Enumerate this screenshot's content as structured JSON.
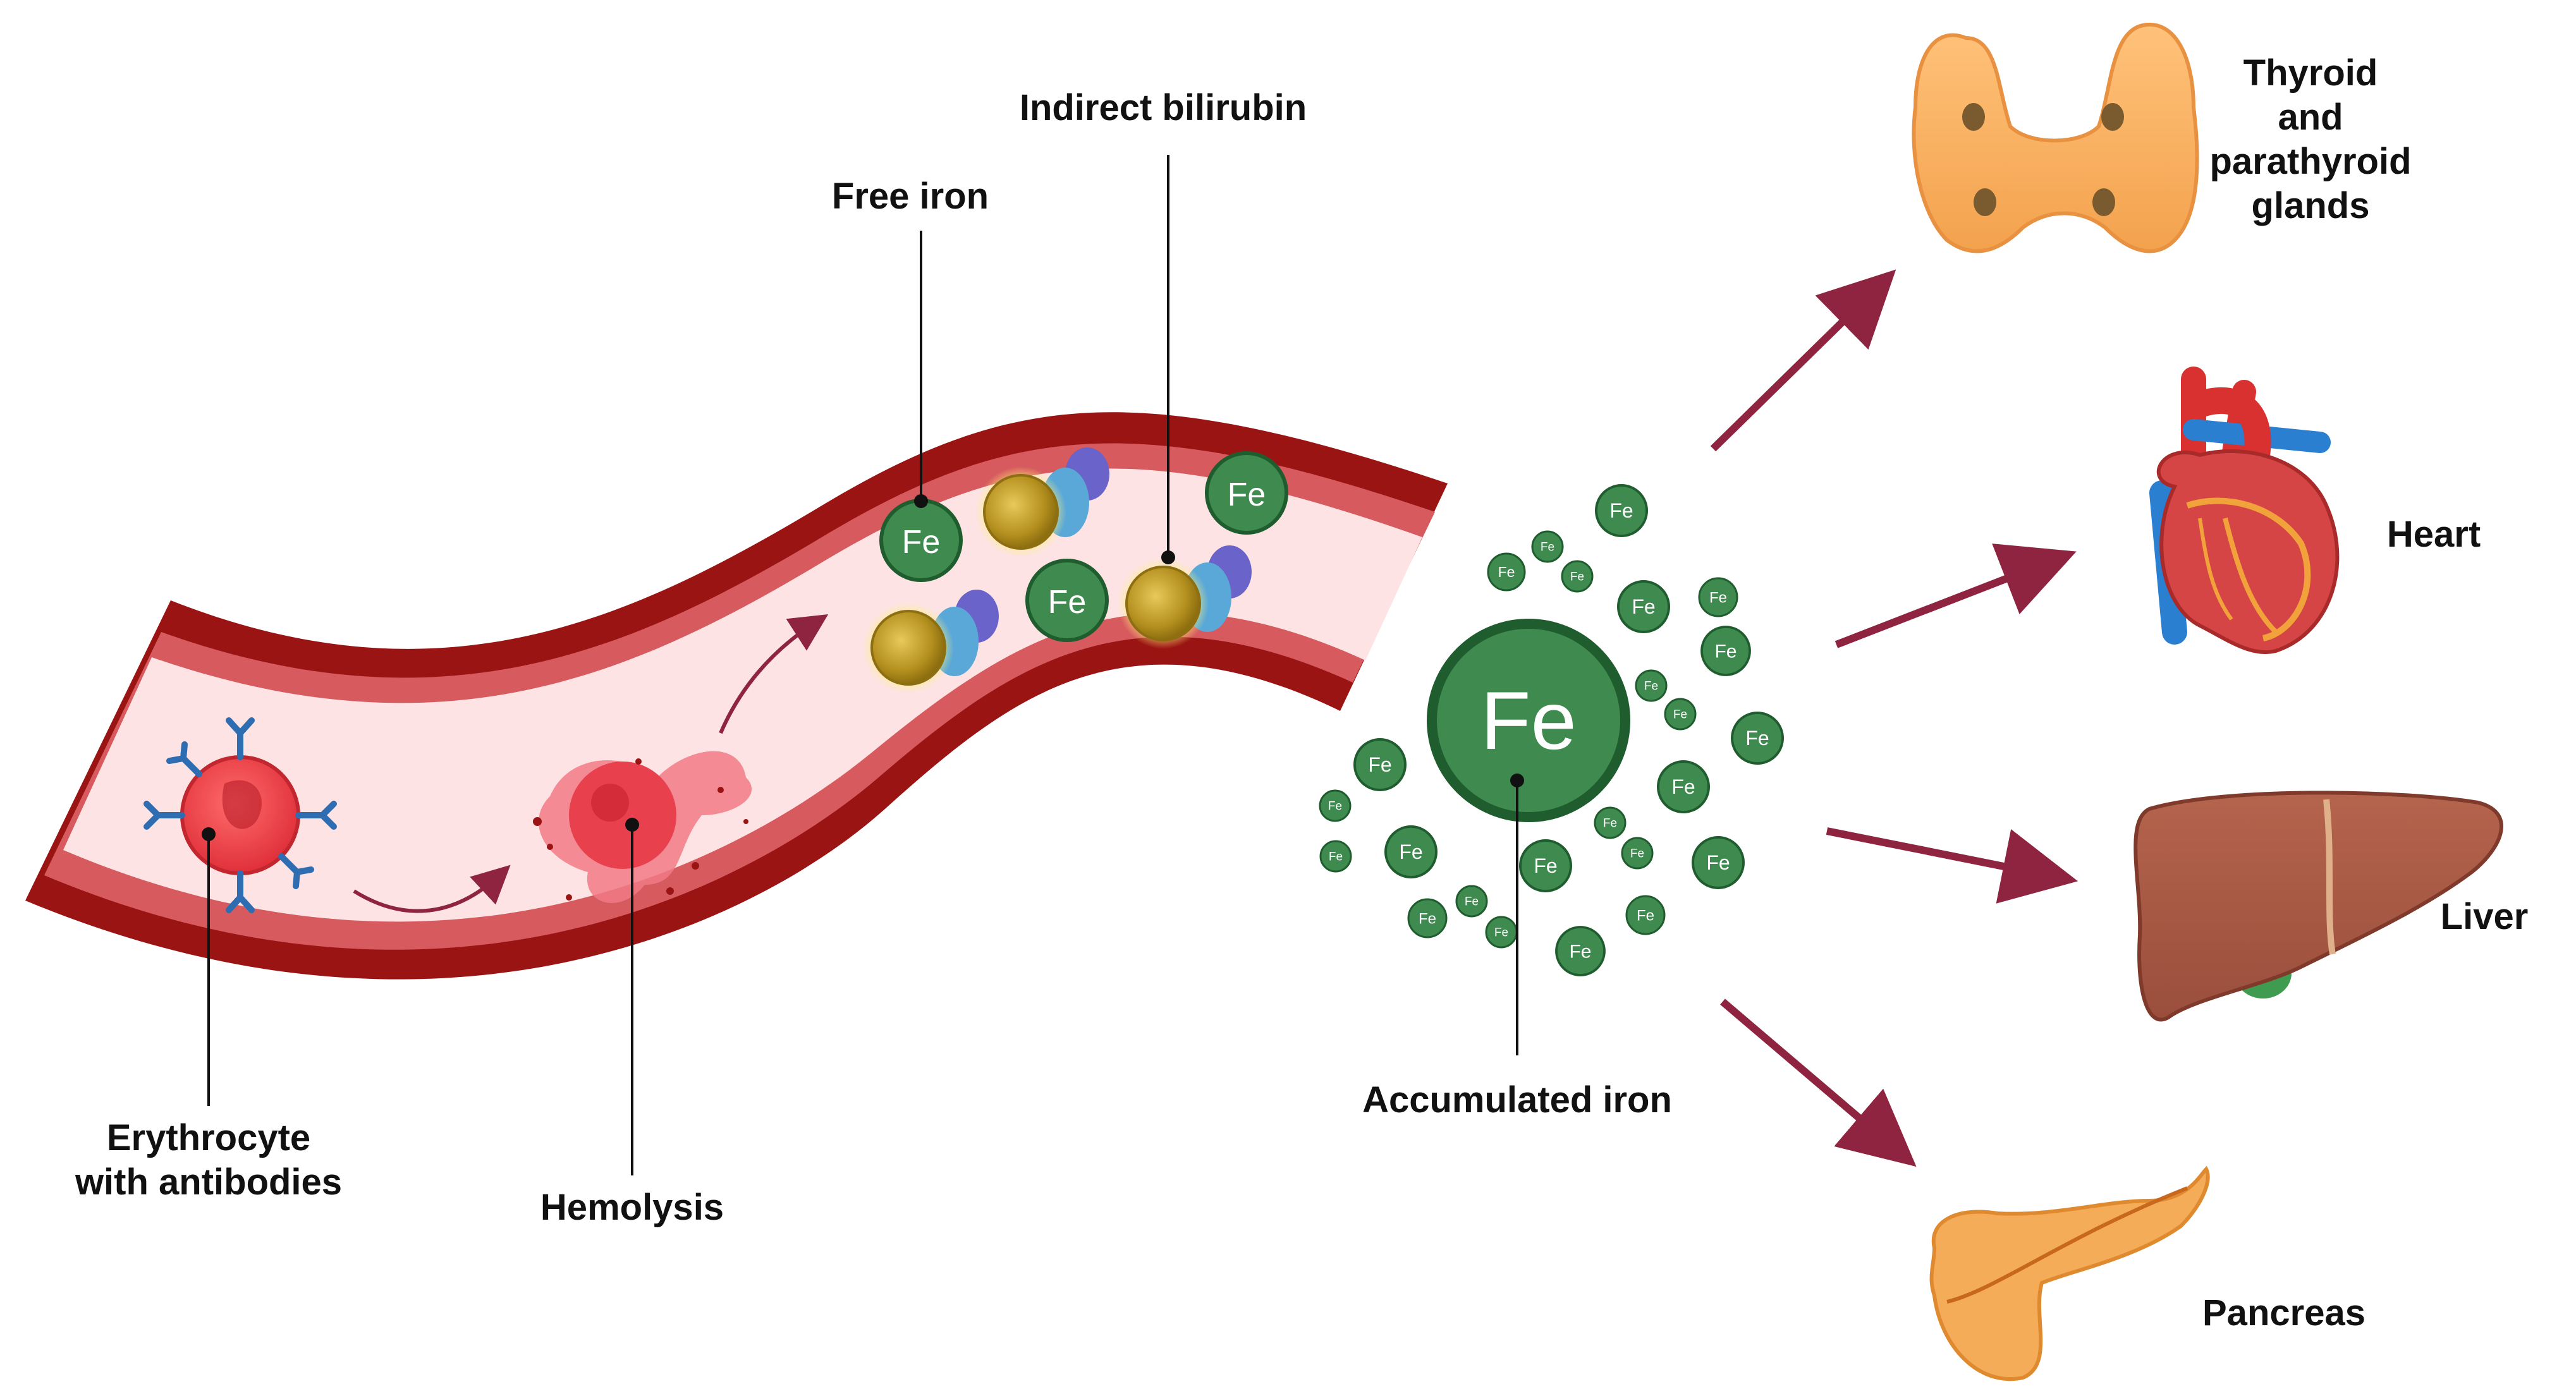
{
  "labels": {
    "erythrocyte_line1": "Erythrocyte",
    "erythrocyte_line2": "with antibodies",
    "hemolysis": "Hemolysis",
    "free_iron": "Free iron",
    "indirect_bilirubin": "Indirect bilirubin",
    "accumulated_iron": "Accumulated iron",
    "iron_symbol": "Fe"
  },
  "organs": {
    "thyroid_line1": "Thyroid",
    "thyroid_line2": "and",
    "thyroid_line3": "parathyroid",
    "thyroid_line4": "glands",
    "heart": "Heart",
    "liver": "Liver",
    "pancreas": "Pancreas"
  },
  "colors": {
    "vessel_wall": "#9b1414",
    "vessel_inner_wall": "#d65a5e",
    "vessel_lumen": "#fde3e3",
    "iron_green": "#3e8a4f",
    "iron_ring": "#1f5c2e",
    "arrow": "#8e2440",
    "bilirubin_gold": "#c9a227",
    "antibody_blue": "#2f6db3"
  }
}
